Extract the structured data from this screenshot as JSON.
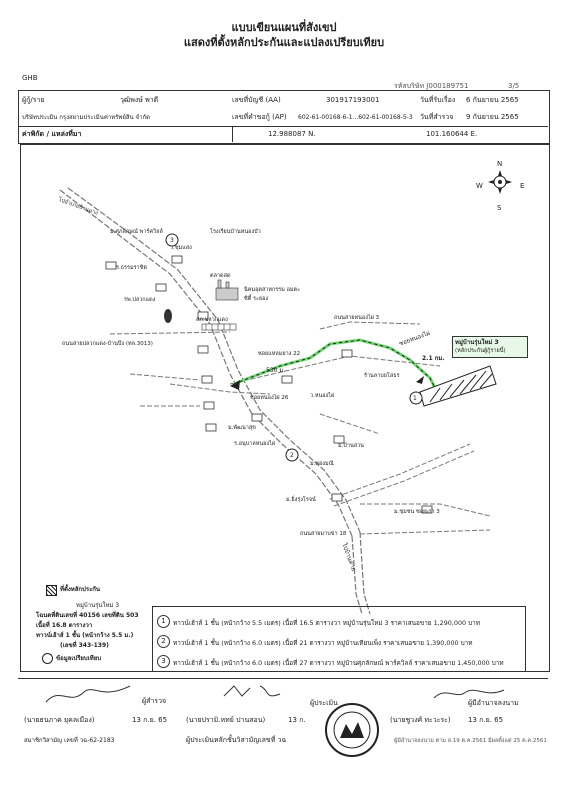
{
  "header": {
    "title_line1": "แบบเขียนแผนที่สังเขป",
    "title_line2": "แสดงที่ตั้งหลักประกันและแปลงเปรียบเทียบ",
    "org_code": "GHB",
    "ref_label": "รหัสบริษัท J000189751",
    "page": "3/5"
  },
  "info": {
    "borrower_label": "ผู้กู้/ราย",
    "borrower_name": "วุฒิพงษ์   พาดี",
    "loan_no_label": "เลขที่บัญชี (AA)",
    "loan_no": "301917193001",
    "receive_date_label": "วันที่รับเรื่อง",
    "receive_date": "6 กันยายน 2565",
    "company": "บริษัทประเมิน กรุงสยามประเมินค่าทรัพย์สิน จำกัด",
    "appraisal_no_label": "เลขที่คำขอกู้ (AP)",
    "appraisal_no": "602-61-00168-6-1...602-61-00168-5-3",
    "survey_date_label": "วันที่สำรวจ",
    "survey_date": "9 กันยายน 2565",
    "coord_label": "ค่าพิกัด / แหล่งที่มา",
    "lat": "12.988087 N.",
    "lon": "101.160644 E."
  },
  "compass": {
    "n": "N",
    "s": "S",
    "e": "E",
    "w": "W"
  },
  "map": {
    "labels": {
      "to_rayong": "ไปอำเภอบ้านฉาง",
      "village_a": "ม.ศุภลักษณ์ พาร์ควิลล์",
      "temple1": "ว.ชุมแสง",
      "school1": "ร.ธรรมราชิต",
      "hospital": "รพ.ปลวกแดง",
      "office": "โรงเรียนบ้านหนองบัว",
      "market": "ตลาดสด",
      "factory": "นิคมอุตสาหกรรม อมตะซิตี้ ระยอง",
      "police": "สภ.ปลวกแดง",
      "road_main": "ถนนสายปลวกแดง-บ้านบึง (ทล.3013)",
      "soi22": "ซอยแหลมยาง 22",
      "soi_a": "ถนนสายหนองไผ่ 3",
      "soi_b": "ซอยหนองไผ่",
      "kiosk": "ร้านลาบยโสธร",
      "km": "2.1 กม.",
      "dist": "530 ม.",
      "soi_c": "ซอยหนองไผ่ 26",
      "temple2": "ว.หนองไผ่",
      "village_b": "ม.พัฒนาสุข",
      "school2": "ร.อนุบาลหนองไผ่",
      "village_c": "ม.บ้านสวน",
      "village_d": "ม.ทองมณี",
      "road_d": "ถนนสายมาบข่า 18",
      "to_bkk": "ไปบ้านค่าย",
      "village_e": "ม.ยิ่งรุ่งโรจน์",
      "village_f": "ม.ชุมชน ซอยเก่า 3",
      "subject_label": "หมู่บ้านรุ่นใหม่ 3",
      "subject_sub": "(หลักประกันผู้กู้รายนี้)",
      "cmp1": "1",
      "cmp2": "2",
      "cmp3": "3"
    }
  },
  "legend": {
    "title": "ที่ตั้งหลักประกัน",
    "line1": "หมู่บ้านรุ่นใหม่ 3",
    "line2": "โฉนดที่ดินเลขที่ 40156 เลขที่ดิน 503",
    "line3": "เนื้อที่ 16.8 ตารางวา",
    "line4": "ทาวน์เฮ้าส์ 1 ชั้น (หน้ากว้าง 5.5 ม.)",
    "line5": "(เลขที่ 343-139)",
    "line6": "ข้อมูลเปรียบเทียบ"
  },
  "comparisons": [
    {
      "no": "1",
      "text": "ทาวน์เฮ้าส์ 1 ชั้น (หน้ากว้าง 5.5 เมตร) เนื้อที่ 16.5 ตารางวา หมู่บ้านรุ่นใหม่ 3 ราคาเสนอขาย 1,290,000 บาท"
    },
    {
      "no": "2",
      "text": "ทาวน์เฮ้าส์ 1 ชั้น (หน้ากว้าง 6.0 เมตร) เนื้อที่ 21 ตารางวา หมู่บ้านเทียนเพ็ง ราคาเสนอขาย 1,390,000 บาท"
    },
    {
      "no": "3",
      "text": "ทาวน์เฮ้าส์ 1 ชั้น (หน้ากว้าง 6.0 เมตร) เนื้อที่ 27 ตารางวา หมู่บ้านศุภลักษณ์ พาร์ควิลล์ ราคาเสนอขาย 1,450,000 บาท"
    }
  ],
  "signatures": {
    "surveyor_label": "ผู้สำรวจ",
    "surveyor_name": "(นายธนภาค   ยุคลเมือง)",
    "surveyor_date": "13 ก.ย. 65",
    "surveyor_license": "สมาชิกวิสามัญ เลขที่ วฉ-62-2183",
    "appraiser_name": "(นายปรามิ.หทย์   ปานสอน)",
    "appraiser_date": "13 ก.",
    "appraiser_license": "ผู้ประเมินหลักชั้นวิสามัญเลขที่  วฉ",
    "approver_label": "ผู้มีอำนาจลงนาม",
    "approver_name": "(นายชูวงศ์ ทะวะระ)",
    "approver_date": "13 ก.ย. 65",
    "signer_label": "ผู้ประเมิน",
    "footer_note": "ผู้มีอำนาจลงนาม ตาม ล.19 ต.ค.2561 มีผลตั้งแต่ 25 ต.ค.2561"
  }
}
